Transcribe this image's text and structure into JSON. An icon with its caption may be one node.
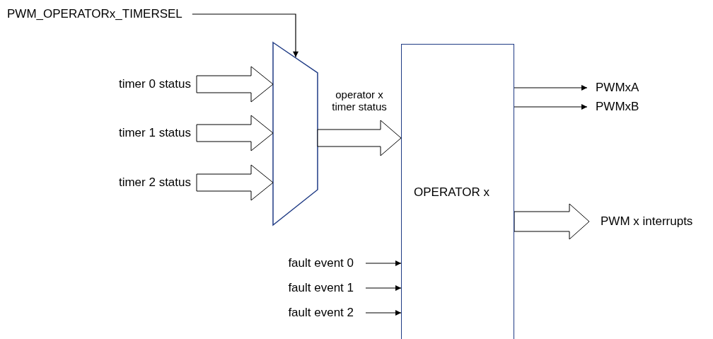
{
  "diagram": {
    "nodes": [
      {
        "text": [
          "PWM_OPERATORx_TIMERSEL"
        ]
      },
      {
        "text": [],
        "shape": "trapezoid"
      },
      {
        "text": [
          "OPERATOR x"
        ]
      },
      {
        "text": [
          "timer 0 status"
        ]
      },
      {
        "text": [
          "timer 1 status"
        ]
      },
      {
        "text": [
          "timer 2 status"
        ]
      },
      {
        "text": [
          "fault event 0"
        ]
      },
      {
        "text": [
          "fault event 1"
        ]
      },
      {
        "text": [
          "fault event 2"
        ]
      },
      {
        "text": [
          "PWMxA"
        ]
      },
      {
        "text": [
          "PWMxB"
        ]
      },
      {
        "text": [
          "PWM x interrupts"
        ]
      }
    ],
    "edges": [
      {
        "from": 0,
        "to": 1,
        "arrow": "to"
      },
      {
        "from": 3,
        "to": 1,
        "arrow": "to",
        "style": "thick"
      },
      {
        "from": 4,
        "to": 1,
        "arrow": "to",
        "style": "thick"
      },
      {
        "from": 5,
        "to": 1,
        "arrow": "to",
        "style": "thick"
      },
      {
        "from": 1,
        "to": 2,
        "arrow": "to",
        "style": "thick",
        "label": "operator x timer status"
      },
      {
        "from": 6,
        "to": 2,
        "arrow": "to"
      },
      {
        "from": 7,
        "to": 2,
        "arrow": "to"
      },
      {
        "from": 8,
        "to": 2,
        "arrow": "to"
      },
      {
        "from": 2,
        "to": 9,
        "arrow": "to"
      },
      {
        "from": 2,
        "to": 10,
        "arrow": "to"
      },
      {
        "from": 2,
        "to": 11,
        "arrow": "to",
        "style": "thick"
      }
    ]
  }
}
